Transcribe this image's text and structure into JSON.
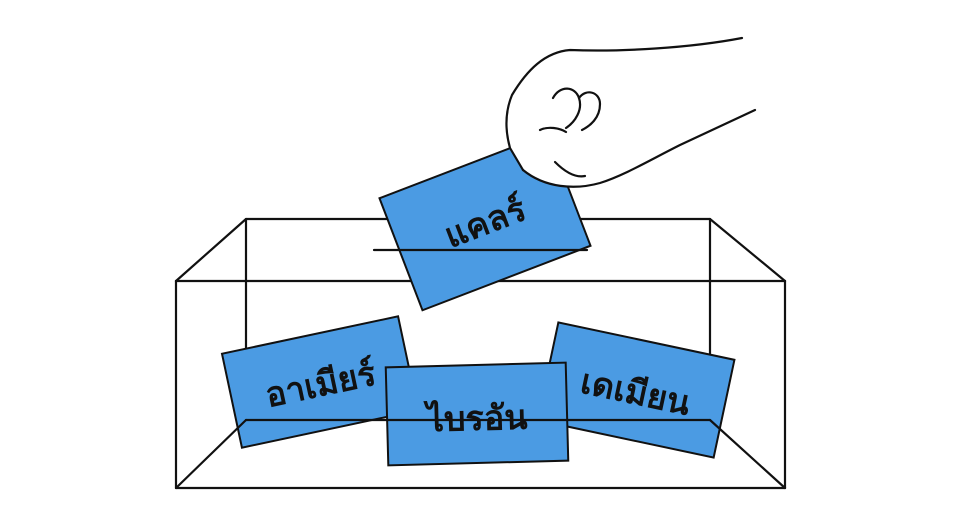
{
  "cards": [
    {
      "id": "amier",
      "label": "อาเมียร์"
    },
    {
      "id": "byron",
      "label": "ไบรอัน"
    },
    {
      "id": "damien",
      "label": "เดเมียน"
    },
    {
      "id": "claire",
      "label": "แคลร์"
    }
  ],
  "colors": {
    "card_fill": "#4b9be3",
    "outline": "#111111",
    "background": "#ffffff"
  }
}
